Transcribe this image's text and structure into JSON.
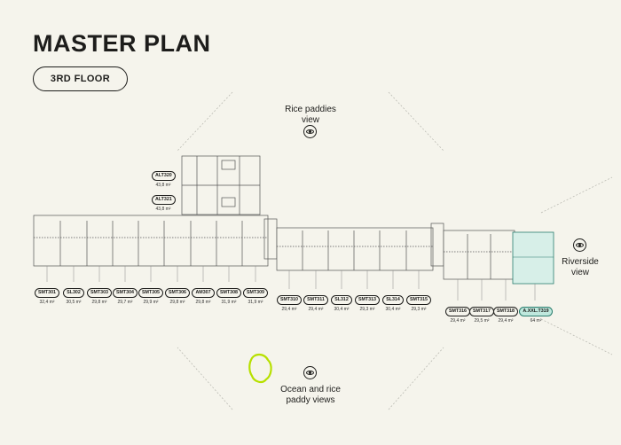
{
  "page": {
    "title": "MASTER PLAN",
    "floor": "3RD FLOOR"
  },
  "views": {
    "rice": "Rice paddies view",
    "riverside": "Riverside view",
    "ocean": "Ocean and rice paddy views"
  },
  "units": [
    {
      "code": "ALT320",
      "area": "43,8 m²"
    },
    {
      "code": "ALT321",
      "area": "43,8 m²"
    },
    {
      "code": "SMT301",
      "area": "32,4 m²"
    },
    {
      "code": "SL302",
      "area": "30,5 m²"
    },
    {
      "code": "SMT303",
      "area": "29,8 m²"
    },
    {
      "code": "SMT304",
      "area": "29,7 m²"
    },
    {
      "code": "SMT305",
      "area": "29,9 m²"
    },
    {
      "code": "SMT306",
      "area": "29,8 m²"
    },
    {
      "code": "AM307",
      "area": "29,8 m²"
    },
    {
      "code": "SMT308",
      "area": "31,9 m²"
    },
    {
      "code": "SMT309",
      "area": "31,9 m²"
    },
    {
      "code": "SMT310",
      "area": "29,4 m²"
    },
    {
      "code": "SMT311",
      "area": "29,4 m²"
    },
    {
      "code": "SL312",
      "area": "30,4 m²"
    },
    {
      "code": "SMT313",
      "area": "29,3 m²"
    },
    {
      "code": "SL314",
      "area": "30,4 m²"
    },
    {
      "code": "SMT315",
      "area": "29,3 m²"
    },
    {
      "code": "SMT316",
      "area": "29,4 m²"
    },
    {
      "code": "SMT317",
      "area": "29,5 m²"
    },
    {
      "code": "SMT318",
      "area": "29,4 m²"
    },
    {
      "code": "A.XXL.T319",
      "area": "64 m²",
      "highlight": true
    }
  ],
  "colors": {
    "background": "#f5f4ec",
    "ink": "#1d1d1b",
    "highlight": "#bfe8dd",
    "logo": "#b7e000"
  },
  "icons": [
    "eye-icon",
    "logo-mark"
  ]
}
